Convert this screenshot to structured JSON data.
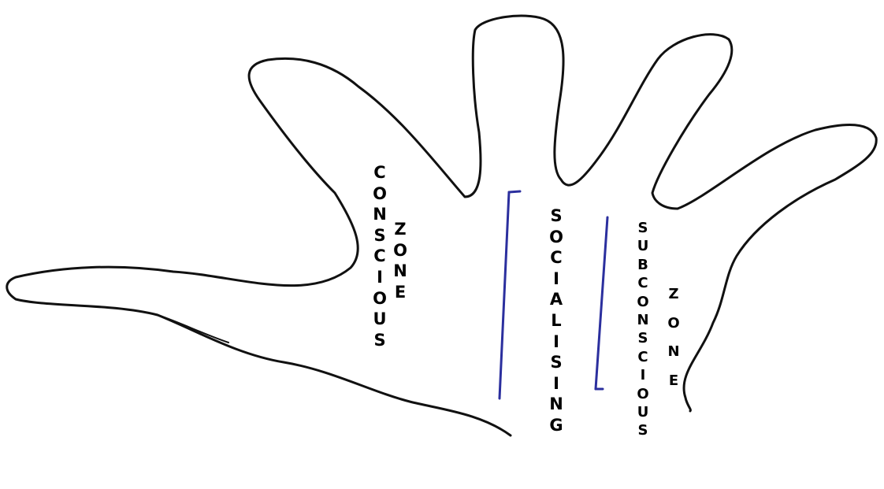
{
  "labels": {
    "conscious": "CONSCIOUS",
    "conscious_zone": "ZONE",
    "socialising": "SOCIALISING",
    "subconscious": "SUBCONSCIOUS",
    "subconscious_zone": "ZONE"
  },
  "colors": {
    "outline": "#111111",
    "divider_lines": "#2b2f9e",
    "text": "#000000",
    "background": "#ffffff"
  }
}
